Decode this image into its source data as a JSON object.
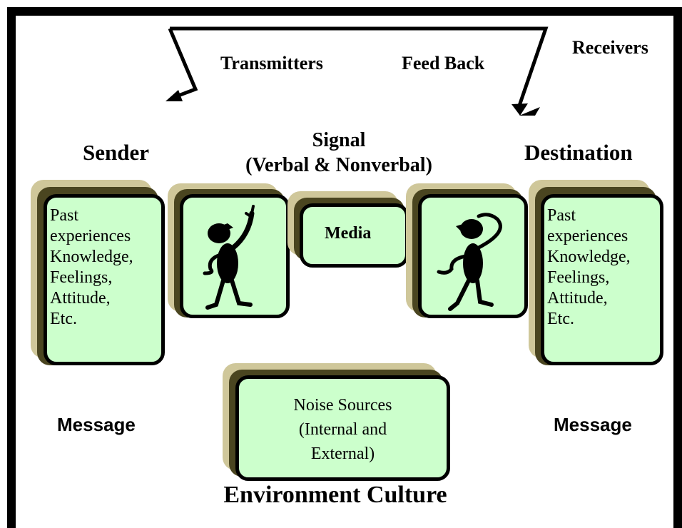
{
  "labels": {
    "transmitters": "Transmitters",
    "feed_back": "Feed Back",
    "receivers": "Receivers",
    "sender": "Sender",
    "signal": "Signal",
    "signal_sub": "(Verbal & Nonverbal)",
    "destination": "Destination",
    "message_left": "Message",
    "message_right": "Message",
    "environment": "Environment Culture"
  },
  "boxes": {
    "sender_lines": [
      "Past",
      "experiences",
      "Knowledge,",
      "Feelings,",
      "Attitude,",
      "Etc."
    ],
    "media": "Media",
    "destination_lines": [
      "Past",
      "experiences",
      "Knowledge,",
      "Feelings,",
      "Attitude,",
      "Etc."
    ],
    "noise_lines": [
      "Noise Sources",
      "(Internal and",
      "External)"
    ]
  },
  "colors": {
    "box_fill": "#ccffcc",
    "shadow_light": "#cfc79a",
    "shadow_dark": "#4a4520",
    "border": "#000000"
  },
  "icons": [
    "person-pointing-up-icon",
    "person-scratching-head-icon"
  ]
}
